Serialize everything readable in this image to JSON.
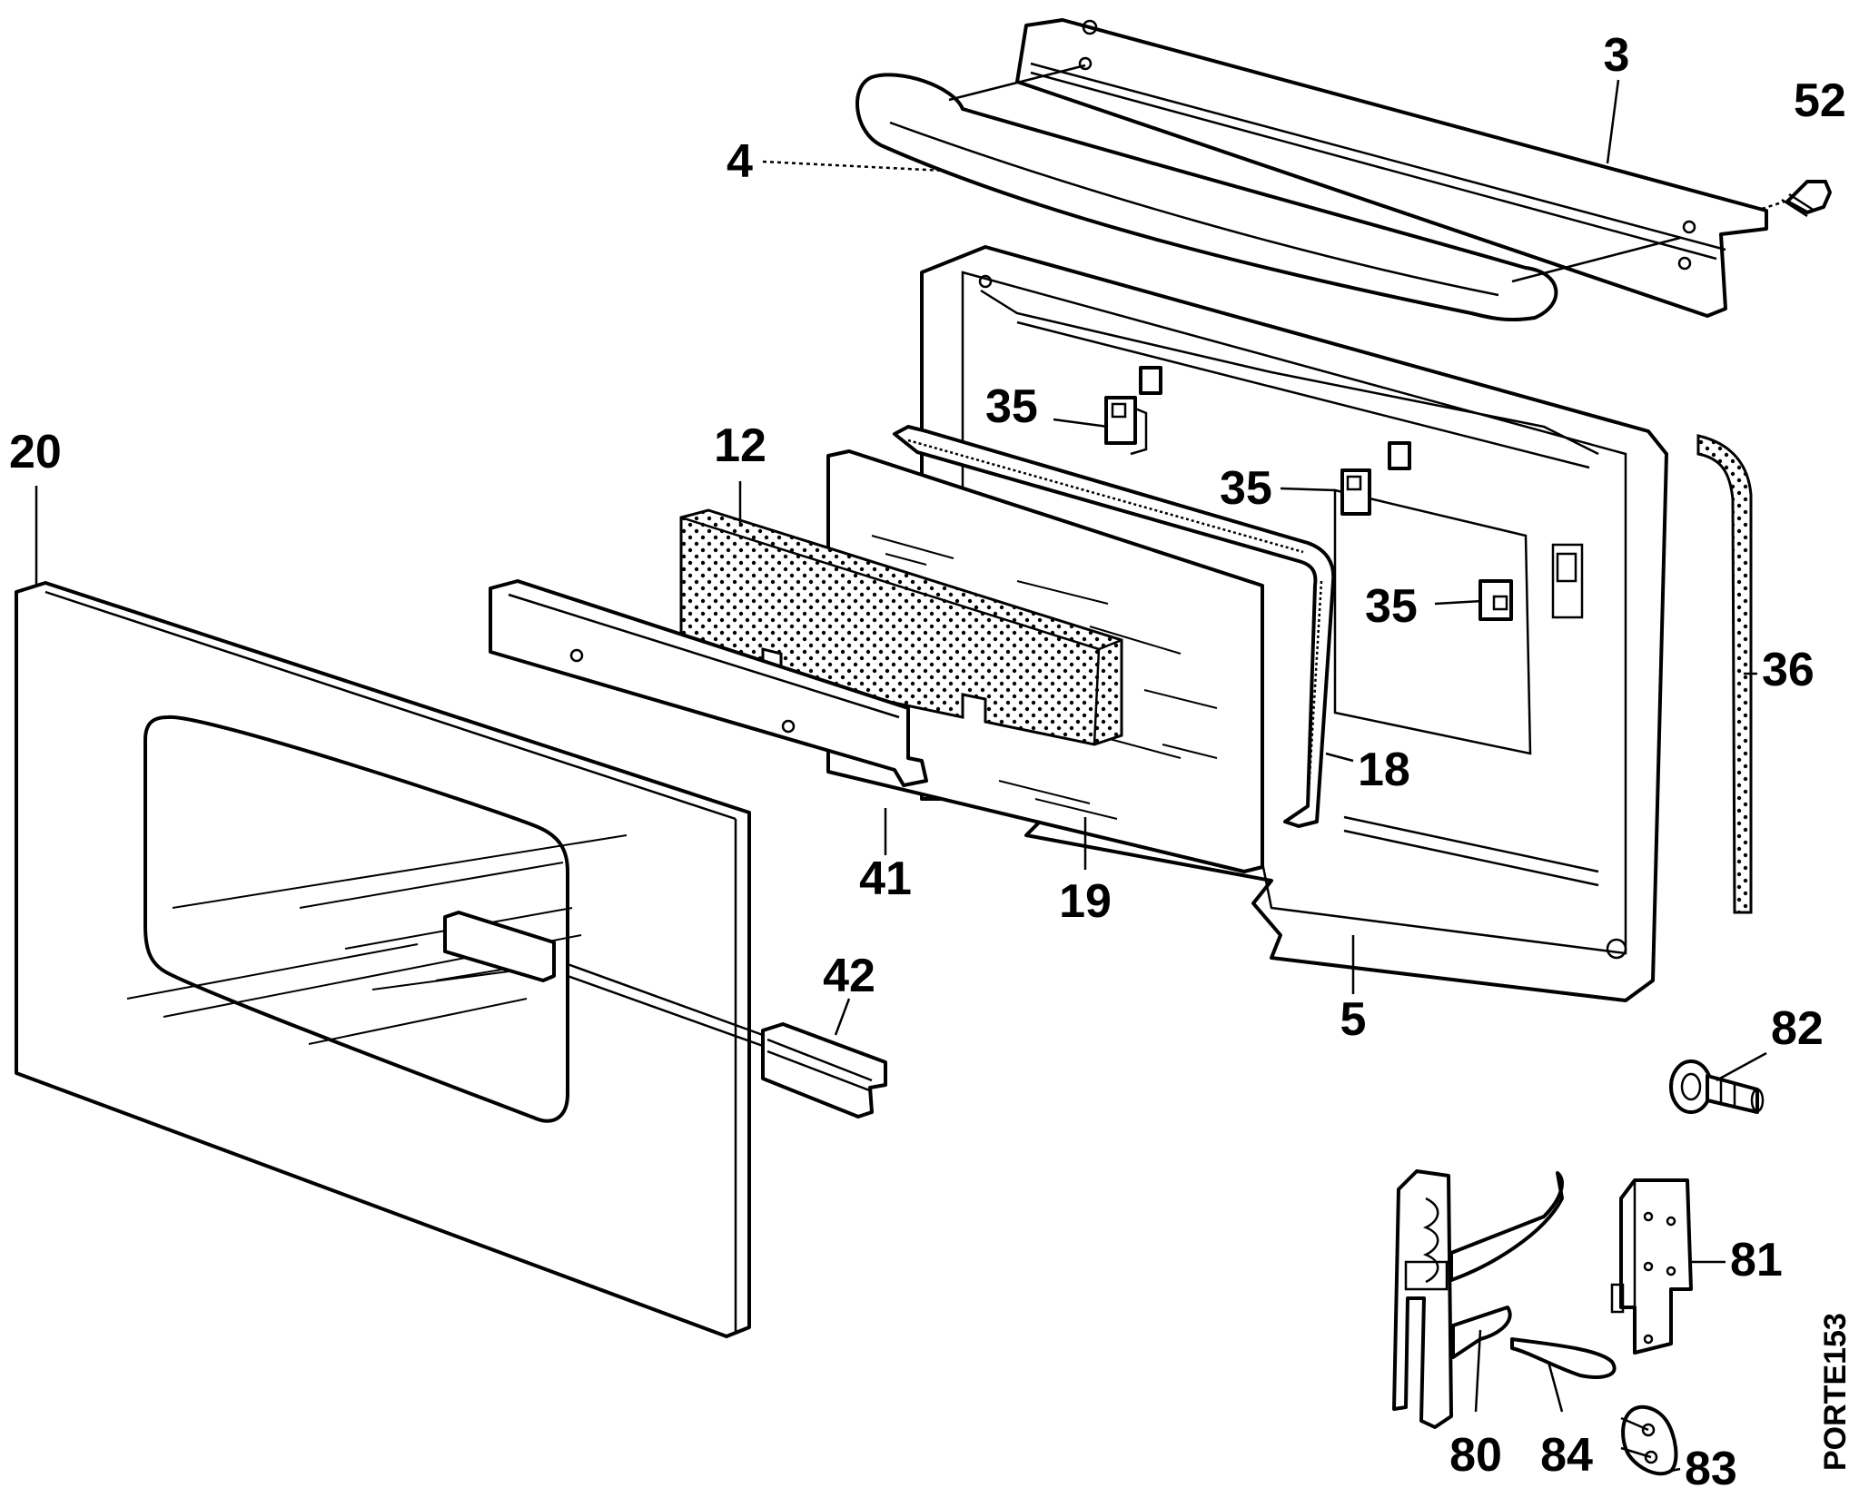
{
  "diagram_code": "PORTE153",
  "callouts": {
    "c3": "3",
    "c4": "4",
    "c52": "52",
    "c20": "20",
    "c12": "12",
    "c35a": "35",
    "c35b": "35",
    "c35c": "35",
    "c36": "36",
    "c18": "18",
    "c41": "41",
    "c19": "19",
    "c5": "5",
    "c42": "42",
    "c82": "82",
    "c81": "81",
    "c80": "80",
    "c84": "84",
    "c83": "83"
  }
}
